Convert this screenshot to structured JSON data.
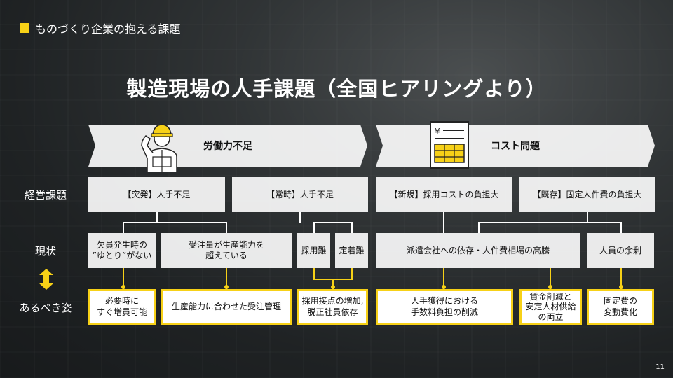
{
  "header": {
    "section_title": "ものづくり企業の抱える課題"
  },
  "title": "製造現場の人手課題（全国ヒアリングより）",
  "categories": [
    {
      "label": "労働力不足",
      "icon": "worker-icon"
    },
    {
      "label": "コスト問題",
      "icon": "invoice-icon"
    }
  ],
  "rows": {
    "management": "経営課題",
    "current": "現状",
    "ideal": "あるべき姿"
  },
  "management_issues": [
    "【突発】人手不足",
    "【常時】人手不足",
    "【新規】採用コストの負担大",
    "【既存】固定人件費の負担大"
  ],
  "current_state": [
    {
      "l1": "欠員発生時の",
      "l2": "”ゆとり”がない"
    },
    {
      "l1": "受注量が生産能力を",
      "l2": "超えている"
    },
    {
      "l1": "採用難",
      "l2": ""
    },
    {
      "l1": "定着難",
      "l2": ""
    },
    {
      "l1": "派遣会社への依存・人件費相場の高騰",
      "l2": ""
    },
    {
      "l1": "人員の余剰",
      "l2": ""
    }
  ],
  "ideal_state": [
    {
      "l1": "必要時に",
      "l2": "すぐ増員可能",
      "l3": ""
    },
    {
      "l1": "生産能力に合わせた受注管理",
      "l2": "",
      "l3": ""
    },
    {
      "l1": "採用接点の増加,",
      "l2": "脱正社員依存",
      "l3": ""
    },
    {
      "l1": "人手獲得における",
      "l2": "手数料負担の削減",
      "l3": ""
    },
    {
      "l1": "賃金削減と",
      "l2": "安定人材供給",
      "l3": "の両立"
    },
    {
      "l1": "固定費の",
      "l2": "変動費化",
      "l3": ""
    }
  ],
  "page_number": "11",
  "colors": {
    "accent": "#f7d117",
    "box": "#ffffff",
    "text": "#111111"
  }
}
